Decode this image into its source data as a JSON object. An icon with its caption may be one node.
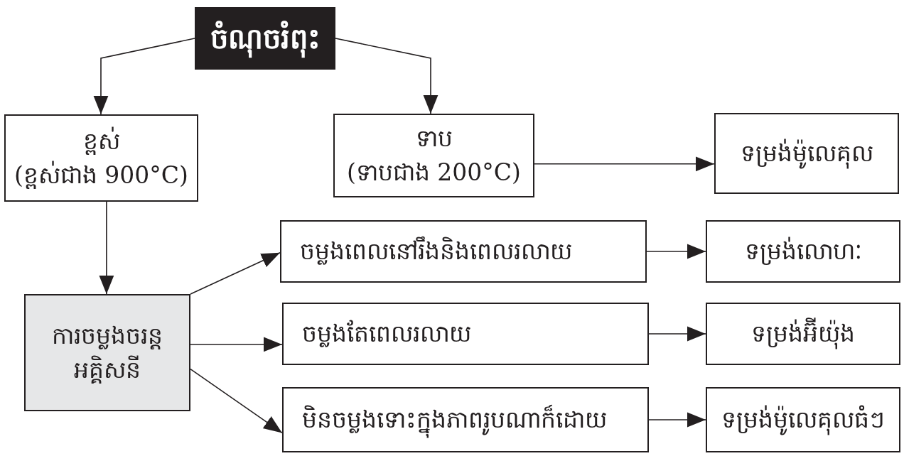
{
  "diagram": {
    "nodes": [
      {
        "text": [
          "ចំណុចរំពុះ"
        ]
      },
      {
        "text": [
          "ខ្ពស់",
          "(ខ្ពស់ជាង 900°C)"
        ]
      },
      {
        "text": [
          "ទាប",
          "(ទាបជាង 200°C)"
        ]
      },
      {
        "text": [
          "ទម្រង់ម៉ូលេគុល"
        ]
      },
      {
        "text": [
          "ចម្លងពេលនៅរឹងនិងពេលរលាយ"
        ]
      },
      {
        "text": [
          "ទម្រង់លោហៈ"
        ]
      },
      {
        "text": [
          "ការចម្លងចរន្ត អគ្គិសនី"
        ]
      },
      {
        "text": [
          "ចម្លងតែពេលរលាយ"
        ]
      },
      {
        "text": [
          "ទម្រង់អ៊ីយ៉ុង"
        ]
      },
      {
        "text": [
          "មិនចម្លងទោះក្នុងភាពរូបណាក៏ដោយ"
        ]
      },
      {
        "text": [
          "ទម្រង់ម៉ូលេគុលធំៗ"
        ]
      }
    ],
    "edges": [
      {
        "from": 0,
        "to": 1,
        "arrow": "to"
      },
      {
        "from": 0,
        "to": 2,
        "arrow": "to"
      },
      {
        "from": 2,
        "to": 3,
        "arrow": "to"
      },
      {
        "from": 1,
        "to": 6,
        "arrow": "to"
      },
      {
        "from": 6,
        "to": 4,
        "arrow": "to"
      },
      {
        "from": 6,
        "to": 7,
        "arrow": "to"
      },
      {
        "from": 6,
        "to": 9,
        "arrow": "to"
      },
      {
        "from": 4,
        "to": 5,
        "arrow": "to"
      },
      {
        "from": 7,
        "to": 8,
        "arrow": "to"
      },
      {
        "from": 9,
        "to": 10,
        "arrow": "to"
      }
    ]
  }
}
